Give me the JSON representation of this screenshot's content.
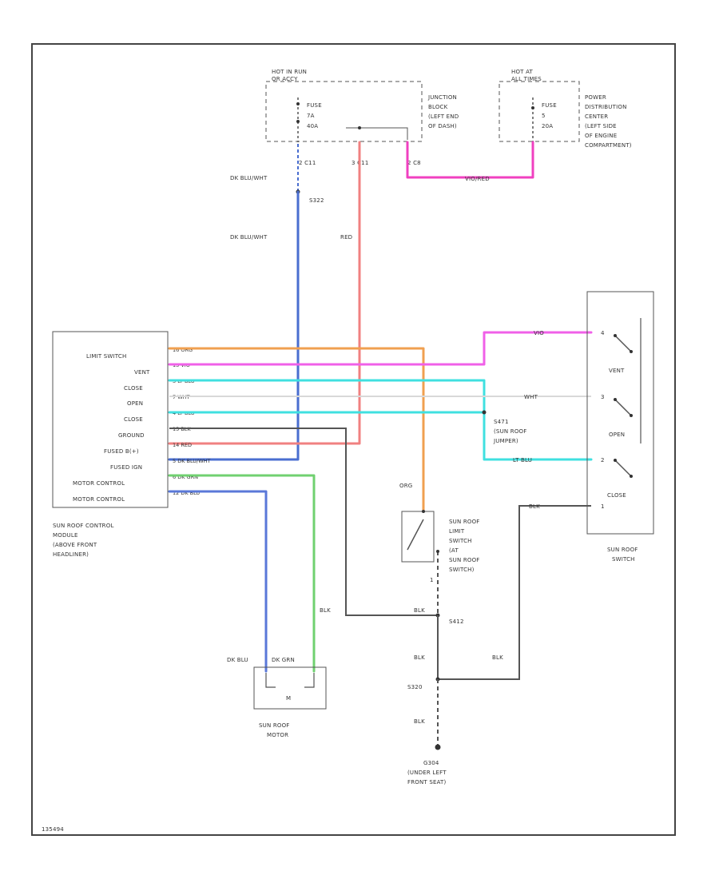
{
  "colors": {
    "dk_blu_wht": "#4a6ed0",
    "red": "#f08080",
    "vio_red": "#f040c0",
    "org": "#f0a050",
    "vio": "#f060e8",
    "lt_blu": "#40e0e0",
    "wht": "#d8d8d8",
    "blk": "#555555",
    "dk_grn": "#70d070",
    "dk_blu": "#5a78d8"
  },
  "labels": {
    "hot_in_run_1": "HOT IN RUN",
    "hot_in_run_2": "OR ACCY",
    "fuse_a_1": "FUSE",
    "fuse_a_2": "7A",
    "fuse_a_3": "40A",
    "jb_1": "JUNCTION",
    "jb_2": "BLOCK",
    "jb_3": "(LEFT END",
    "jb_4": "OF DASH)",
    "hot_at_all_1": "HOT AT",
    "hot_at_all_2": "ALL TIMES",
    "fuse_b_1": "FUSE",
    "fuse_b_2": "5",
    "fuse_b_3": "20A",
    "pdc_1": "POWER",
    "pdc_2": "DISTRIBUTION",
    "pdc_3": "CENTER",
    "pdc_4": "(LEFT SIDE",
    "pdc_5": "OF ENGINE",
    "pdc_6": "COMPARTMENT)",
    "conn_1": "2   C11",
    "conn_2": "3   C11",
    "conn_3": "2   C8",
    "vio_red": "VIO/RED",
    "dk_blu_wht_1": "DK BLU/WHT",
    "s322": "S322",
    "dk_blu_wht_2": "DK BLU/WHT",
    "red_wire": "RED",
    "mod_limit": "LIMIT SWITCH",
    "mod_vent": "VENT",
    "mod_close1": "CLOSE",
    "mod_open": "OPEN",
    "mod_close2": "CLOSE",
    "mod_ground": "GROUND",
    "mod_fusedbplus": "FUSED B(+)",
    "mod_fusedign": "FUSED IGN",
    "mod_motor1": "MOTOR CONTROL",
    "mod_motor2": "MOTOR CONTROL",
    "pin_limit": "16  ORG",
    "pin_vent": "13  VIO",
    "pin_close1": "3   LT BLU",
    "pin_open": "7   WHT",
    "pin_close2": "4   LT BLU",
    "pin_ground": "15  BLK",
    "pin_fusedb": "14  RED",
    "pin_fusedign": "5   DK BLU/WHT",
    "pin_motor1": "6   DK GRN",
    "pin_motor2": "12  DK BLU",
    "sw_vio": "VIO",
    "sw_pin4": "4",
    "sw_wht": "WHT",
    "sw_pin3": "3",
    "sw_ltblu": "LT BLU",
    "sw_pin2": "2",
    "sw_blk": "BLK",
    "sw_pin1": "1",
    "sw_vent": "VENT",
    "sw_open": "OPEN",
    "sw_close": "CLOSE",
    "jumper_1": "S471",
    "jumper_2": "(SUN ROOF",
    "jumper_3": "JUMPER)",
    "module_1": "SUN ROOF CONTROL",
    "module_2": "MODULE",
    "module_3": "(ABOVE FRONT",
    "module_4": "HEADLINER)",
    "org_wire": "ORG",
    "limit_1": "SUN ROOF",
    "limit_2": "LIMIT",
    "limit_3": "SWITCH",
    "limit_4": "(AT",
    "limit_5": "SUN ROOF",
    "limit_6": "SWITCH)",
    "limit_pin": "1",
    "sunroof_sw_1": "SUN ROOF",
    "sunroof_sw_2": "SWITCH",
    "blk_1": "BLK",
    "blk_2": "BLK",
    "s412": "S412",
    "blk_3": "BLK",
    "blk_4": "BLK",
    "motor_dkblu": "DK BLU",
    "motor_dkgrn": "DK GRN",
    "motor_m": "M",
    "motor_1": "SUN ROOF",
    "motor_2": "MOTOR",
    "s320": "S320",
    "blk_5": "BLK",
    "g304_1": "G304",
    "g304_2": "(UNDER LEFT",
    "g304_3": "FRONT SEAT)",
    "fig_id": "135494"
  }
}
